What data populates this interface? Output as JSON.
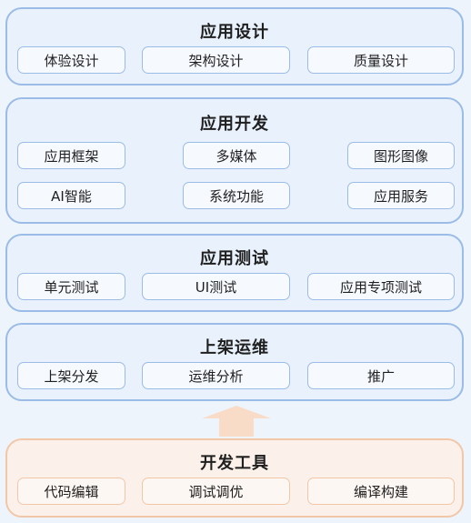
{
  "design": {
    "title": "应用设计",
    "items": [
      "体验设计",
      "架构设计",
      "质量设计"
    ]
  },
  "develop": {
    "title": "应用开发",
    "row1": [
      "应用框架",
      "多媒体",
      "图形图像"
    ],
    "row2": [
      "AI智能",
      "系统功能",
      "应用服务"
    ]
  },
  "test": {
    "title": "应用测试",
    "items": [
      "单元测试",
      "UI测试",
      "应用专项测试"
    ]
  },
  "release": {
    "title": "上架运维",
    "items": [
      "上架分发",
      "运维分析",
      "推广"
    ]
  },
  "tools": {
    "title": "开发工具",
    "items": [
      "代码编辑",
      "调试调优",
      "编译构建"
    ]
  },
  "colors": {
    "blue_border": "#9bbce6",
    "orange_border": "#f2c7a8",
    "arrow_fill": "#f8dcc8"
  },
  "icons": {
    "arrow": "up-arrow-icon"
  }
}
